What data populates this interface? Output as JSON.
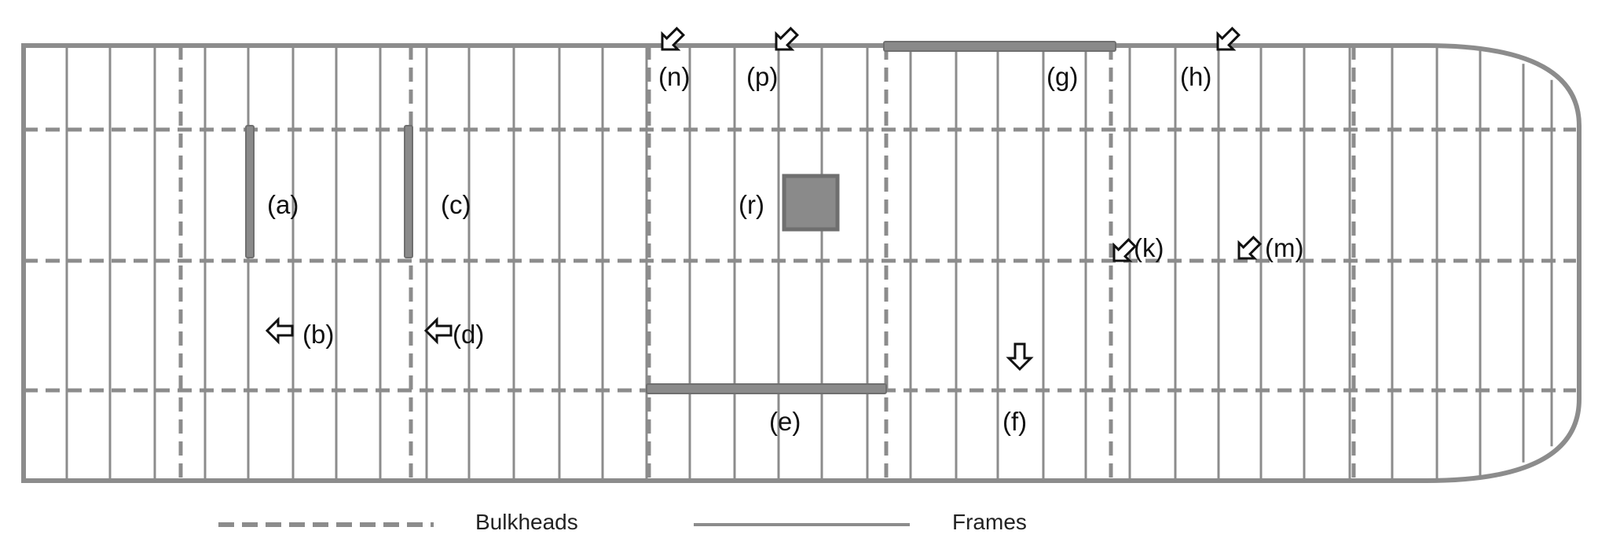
{
  "colors": {
    "frame": "#8c8c8c",
    "bulkhead": "#8c8c8c",
    "hull": "#8c8c8c",
    "member": "#6f6f6f",
    "member_fill": "#8a8a8a",
    "arrow_stroke": "#111111",
    "arrow_fill": "#ffffff"
  },
  "labels": {
    "a": "(a)",
    "b": "(b)",
    "c": "(c)",
    "d": "(d)",
    "e": "(e)",
    "f": "(f)",
    "g": "(g)",
    "h": "(h)",
    "k": "(k)",
    "m": "(m)",
    "n": "(n)",
    "p": "(p)",
    "r": "(r)"
  },
  "legend": {
    "bulkheads_label": "Bulkheads",
    "frames_label": "Frames"
  },
  "icons": {
    "load_marker": "hollow-arrow-icon",
    "patch_marker": "square-patch-icon"
  }
}
